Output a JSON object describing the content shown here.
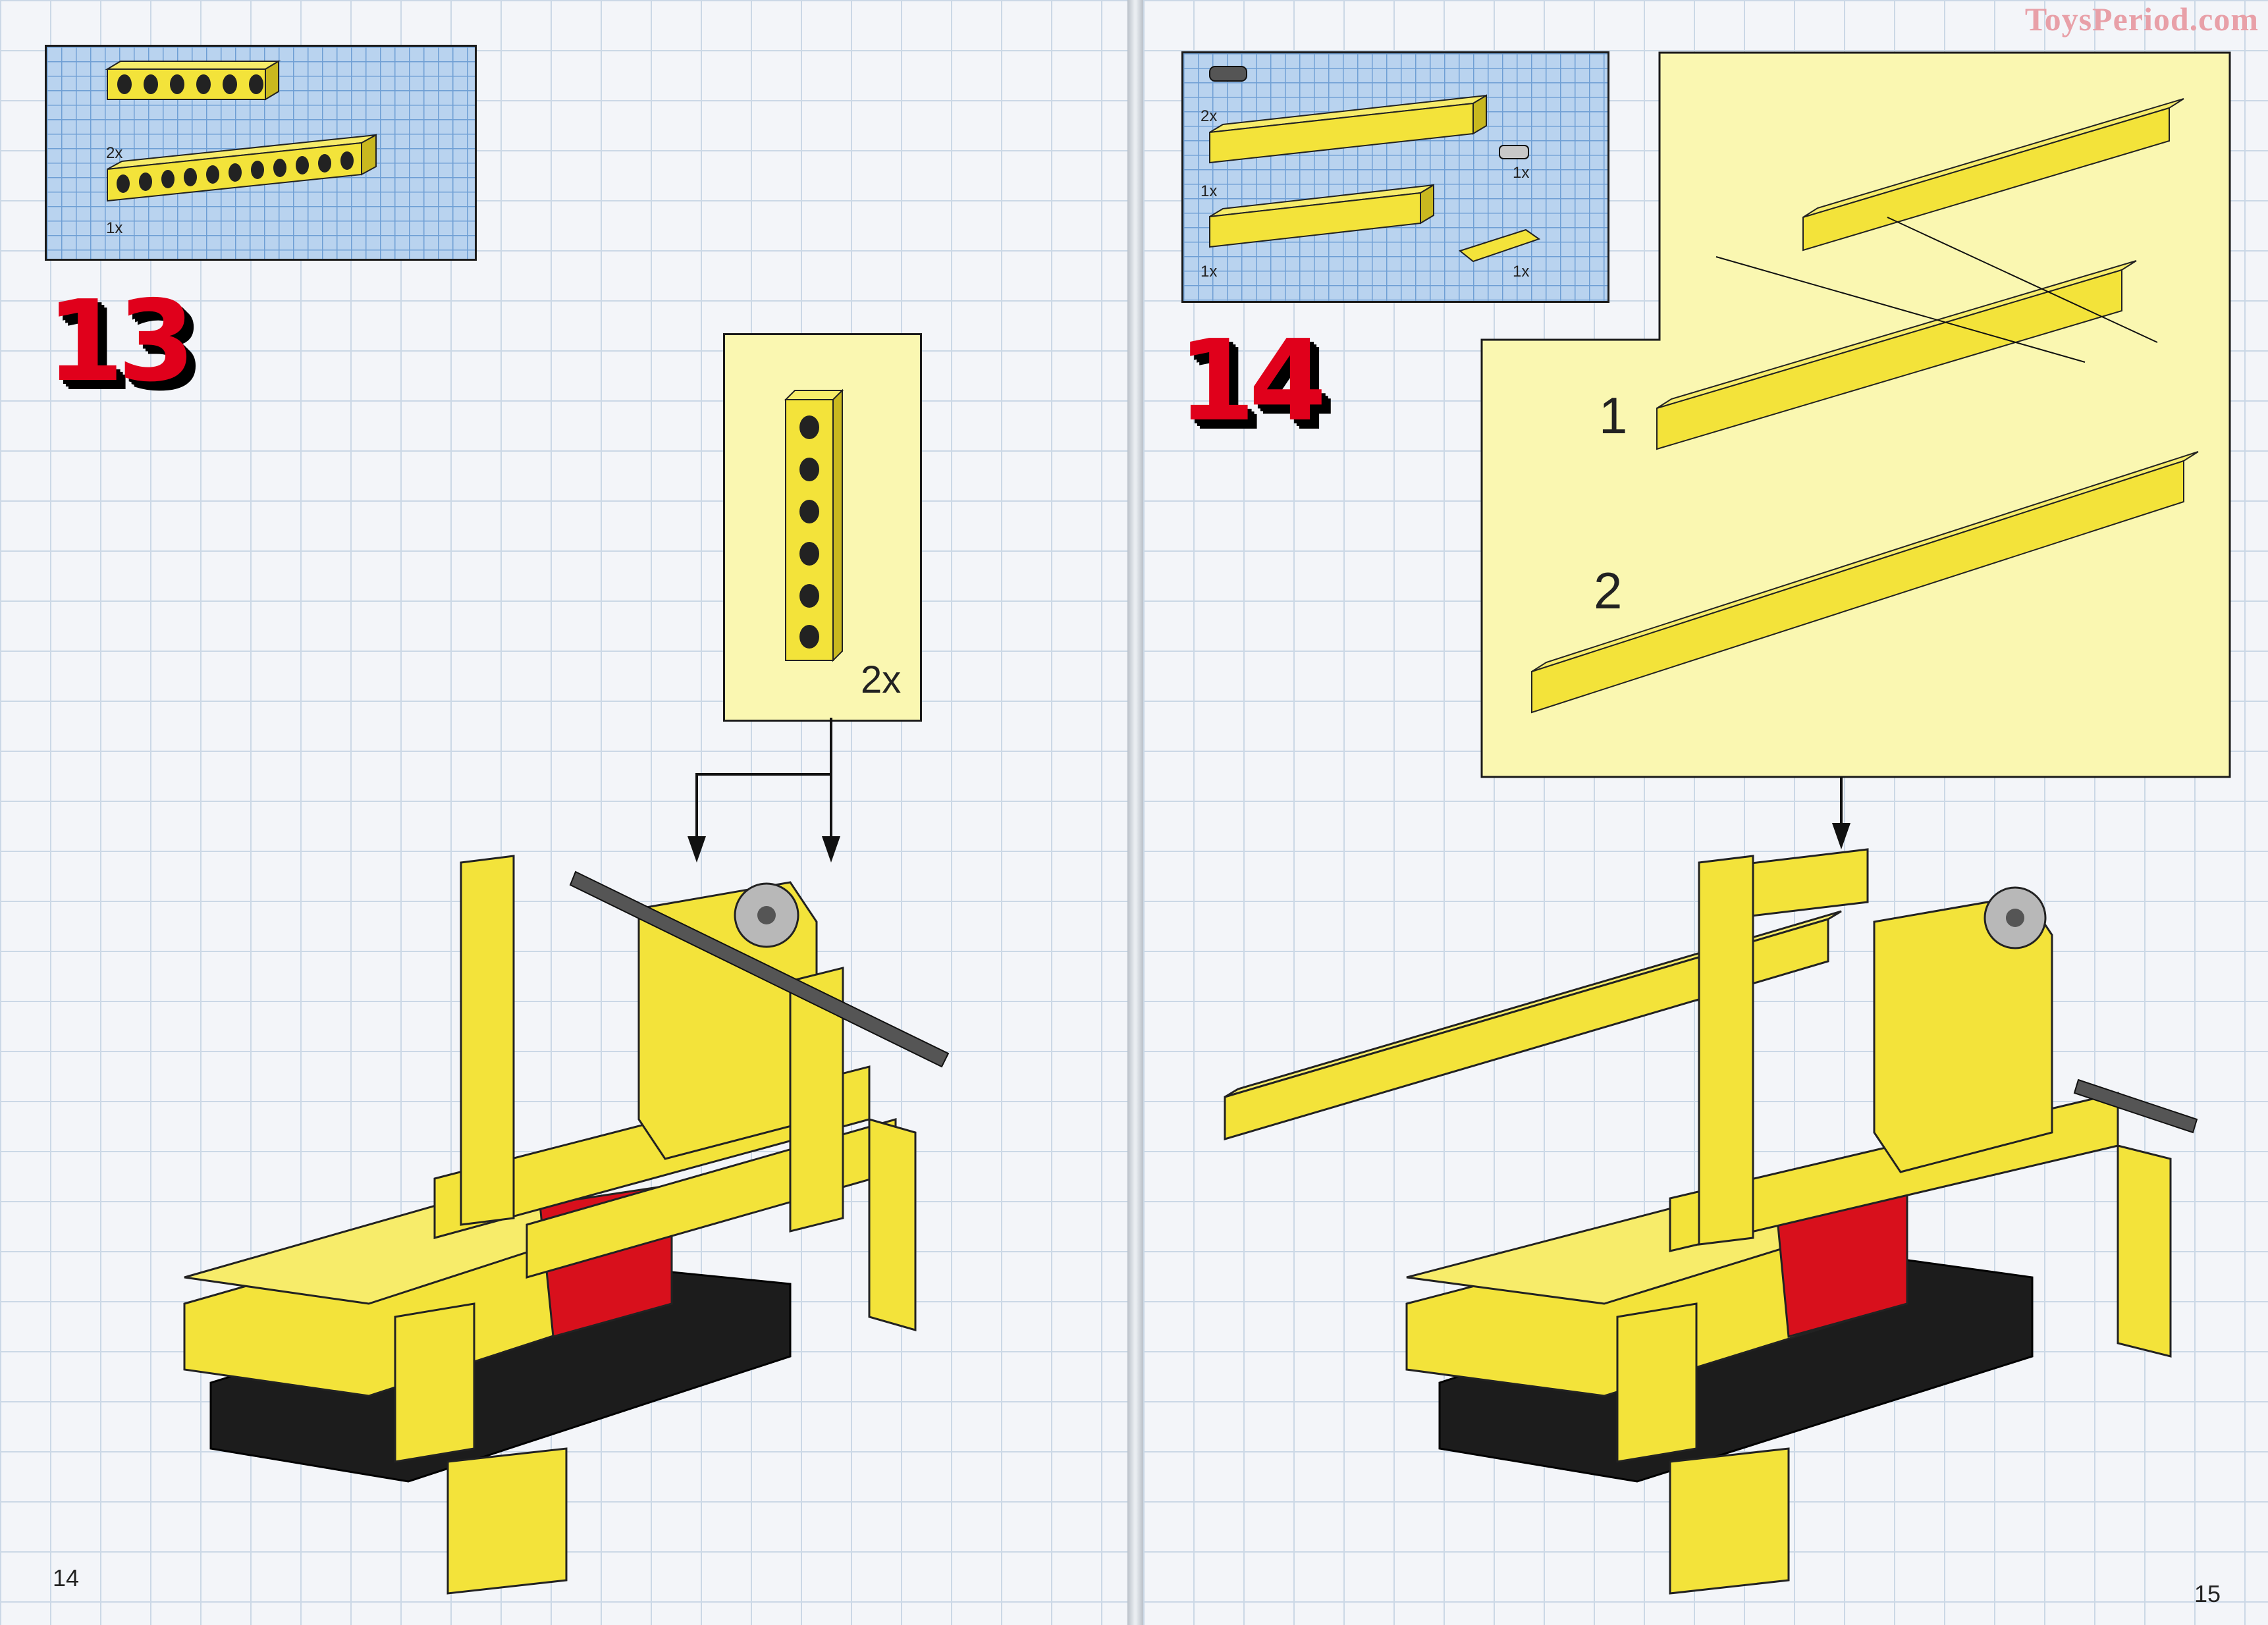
{
  "watermark": "ToysPeriod.com",
  "pages": {
    "left": {
      "page_number": "14",
      "step": "13",
      "inventory": {
        "items": [
          {
            "quantity": "2x"
          },
          {
            "quantity": "1x"
          }
        ]
      },
      "callout": {
        "quantity": "2x"
      }
    },
    "right": {
      "page_number": "15",
      "step": "14",
      "inventory": {
        "items": [
          {
            "quantity": "2x"
          },
          {
            "quantity": "1x"
          },
          {
            "quantity": "1x"
          },
          {
            "quantity": "1x"
          },
          {
            "quantity": "1x"
          }
        ]
      },
      "callout": {
        "substep_1": "1",
        "substep_2": "2"
      }
    }
  },
  "colors": {
    "brick_yellow": "#f3e33a",
    "brick_shade": "#c9b81f",
    "brick_red": "#d8101c",
    "brick_black": "#1c1c1c",
    "callout_bg": "#faf7b1",
    "inventory_bg": "#b9d3ef",
    "step_number": "#e0001b"
  }
}
